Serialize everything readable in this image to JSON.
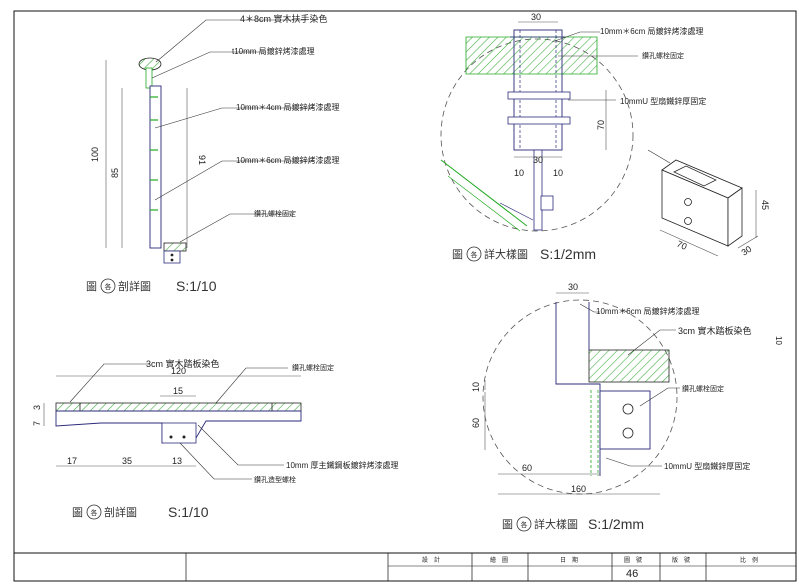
{
  "drawing1": {
    "notes": [
      "4＊8cm 實木扶手染色",
      "t10mm 局鍍鋅烤漆處理",
      "10mm＊4cm 局鍍鋅烤漆處理",
      "10mm＊6cm 局鍍鋅烤漆處理",
      "鑽孔螺栓固定"
    ],
    "dims": [
      "100",
      "85",
      "91"
    ],
    "caption_prefix": "圖",
    "caption_symbol": "各",
    "caption_title": "剖詳圖",
    "caption_scale": "S:1/10"
  },
  "drawing2": {
    "notes": [
      "10mm＊6cm 局鍍鋅烤漆處理",
      "鑽孔螺栓固定",
      "10mmU 型扇鐵鋅厚固定"
    ],
    "dims": [
      "30",
      "70",
      "30",
      "10",
      "10"
    ],
    "caption_prefix": "圖",
    "caption_symbol": "各",
    "caption_title": "詳大樣圖",
    "caption_scale": "S:1/2mm"
  },
  "drawing2_iso": {
    "dims": [
      "70",
      "30",
      "45"
    ]
  },
  "drawing3": {
    "notes": [
      "3cm 實木踏板染色",
      "鑽孔螺栓固定",
      "10mm 厚主鐵鋼板鍍鋅烤漆處理",
      "鑽孔造型螺栓"
    ],
    "dims": [
      "120",
      "15",
      "17",
      "35",
      "13",
      "7",
      "3"
    ],
    "caption_prefix": "圖",
    "caption_symbol": "各",
    "caption_title": "剖詳圖",
    "caption_scale": "S:1/10"
  },
  "drawing4": {
    "notes": [
      "10mm＊6cm 局鍍鋅烤漆處理",
      "3cm 實木踏板染色",
      "鑽孔螺栓固定",
      "10mmU 型扇鐵鋅厚固定"
    ],
    "dims": [
      "30",
      "10",
      "60",
      "60",
      "160"
    ],
    "caption_prefix": "圖",
    "caption_symbol": "各",
    "caption_title": "詳大樣圖",
    "caption_scale": "S:1/2mm"
  },
  "side_mark": "10",
  "titleblock": {
    "design": "設　計",
    "drawing": "繪　圖",
    "date": "日　期",
    "sheet_no": "圖　號",
    "version": "版　號",
    "scale": "比　例",
    "sheet_value": "46"
  }
}
